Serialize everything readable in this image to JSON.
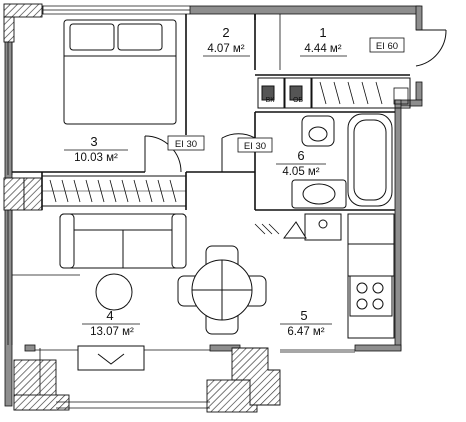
{
  "rooms": [
    {
      "number": "1",
      "area": "4.44 м²"
    },
    {
      "number": "2",
      "area": "4.07 м²"
    },
    {
      "number": "3",
      "area": "10.03 м²"
    },
    {
      "number": "4",
      "area": "13.07 м²"
    },
    {
      "number": "5",
      "area": "6.47 м²"
    },
    {
      "number": "6",
      "area": "4.05 м²"
    }
  ],
  "fire_ratings": {
    "entrance_door": "EI 60",
    "bedroom_door": "EI 30",
    "bathroom_door": "EI 30"
  },
  "utility_labels": {
    "vk": "ВК",
    "ov": "ОВ"
  },
  "colors": {
    "wall_fill": "#8e8e8e",
    "hatch": "#333333",
    "line": "#111111"
  }
}
